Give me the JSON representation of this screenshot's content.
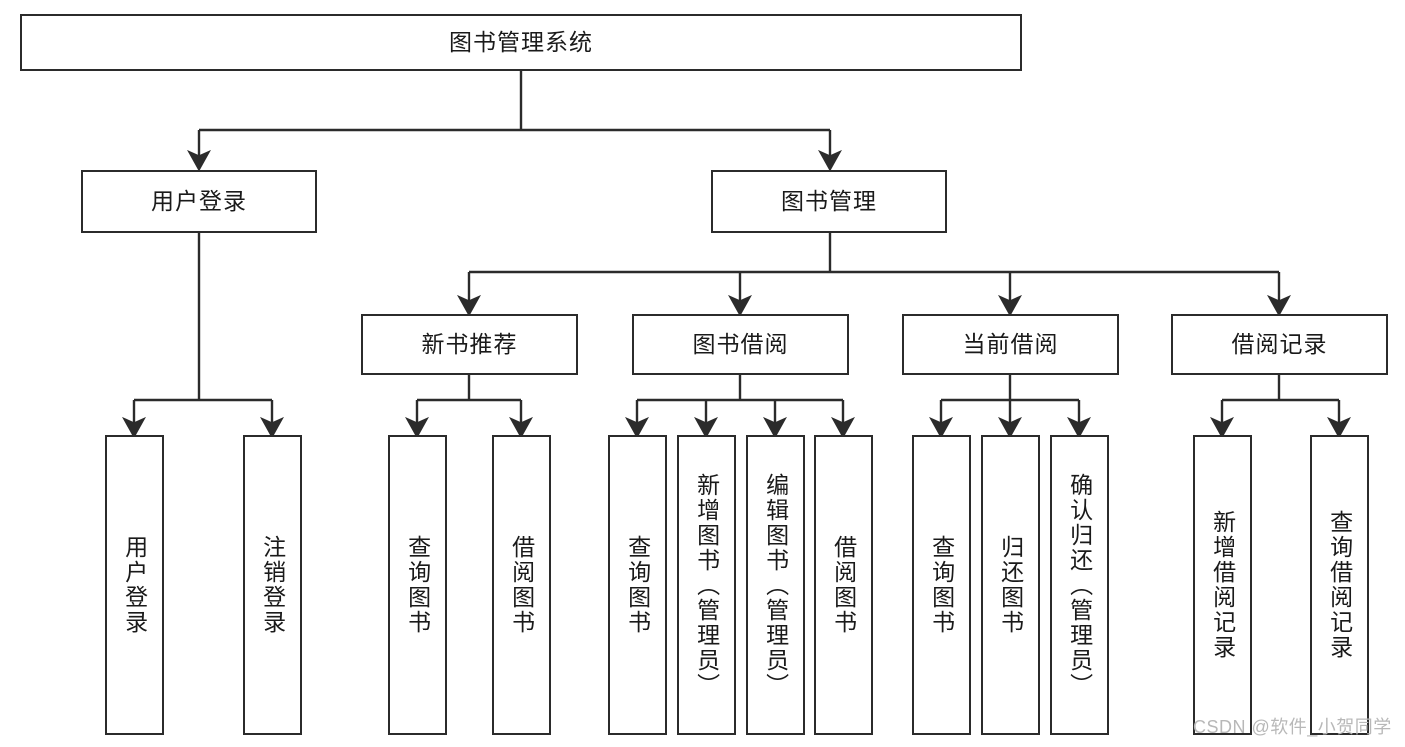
{
  "diagram": {
    "type": "tree-hierarchy",
    "title": "图书管理系统",
    "colors": {
      "box_border": "#2b2b2b",
      "box_fill": "#ffffff",
      "connector": "#2b2b2b",
      "text": "#1a1a1a",
      "watermark": "#b8b8b8"
    },
    "root": {
      "label": "图书管理系统"
    },
    "level2": [
      {
        "label": "用户登录"
      },
      {
        "label": "图书管理"
      }
    ],
    "level3": [
      {
        "label": "新书推荐"
      },
      {
        "label": "图书借阅"
      },
      {
        "label": "当前借阅"
      },
      {
        "label": "借阅记录"
      }
    ],
    "leaves": {
      "user_login": [
        {
          "label": "用户登录"
        },
        {
          "label": "注销登录"
        }
      ],
      "new_book": [
        {
          "label": "查询图书"
        },
        {
          "label": "借阅图书"
        }
      ],
      "book_borrow": [
        {
          "label": "查询图书"
        },
        {
          "label": "新增图书（管理员）"
        },
        {
          "label": "编辑图书（管理员）"
        },
        {
          "label": "借阅图书"
        }
      ],
      "current_borrow": [
        {
          "label": "查询图书"
        },
        {
          "label": "归还图书"
        },
        {
          "label": "确认归还（管理员）"
        }
      ],
      "borrow_record": [
        {
          "label": "新增借阅记录"
        },
        {
          "label": "查询借阅记录"
        }
      ]
    }
  },
  "watermark": {
    "text": "CSDN @软件_小贺同学"
  }
}
